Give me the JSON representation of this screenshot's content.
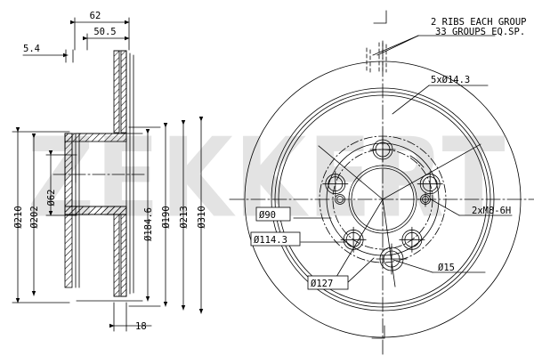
{
  "drawing": {
    "title": "Brake disc technical drawing",
    "watermark": "ZEKKERT",
    "line_color": "#000000",
    "watermark_color": "#e3e3e3",
    "background_color": "#ffffff"
  },
  "section_view": {
    "name": "cross-section-view",
    "linear_dimensions": [
      {
        "id": "dim-62",
        "label": "62",
        "value": 62,
        "orientation": "horizontal",
        "position": "top"
      },
      {
        "id": "dim-50-5",
        "label": "50.5",
        "value": 50.5,
        "orientation": "horizontal",
        "position": "top"
      },
      {
        "id": "dim-5-4",
        "label": "5.4",
        "value": 5.4,
        "orientation": "horizontal",
        "position": "left"
      },
      {
        "id": "dim-18",
        "label": "18",
        "value": 18,
        "orientation": "horizontal",
        "position": "bottom"
      }
    ],
    "diameter_dimensions": [
      {
        "id": "dim-d210",
        "label": "Ø210",
        "value": 210,
        "orientation": "vertical"
      },
      {
        "id": "dim-d202",
        "label": "Ø202",
        "value": 202,
        "orientation": "vertical"
      },
      {
        "id": "dim-d62",
        "label": "Ø62",
        "value": 62,
        "orientation": "vertical"
      },
      {
        "id": "dim-d184-6",
        "label": "Ø184.6",
        "value": 184.6,
        "orientation": "vertical"
      },
      {
        "id": "dim-d190",
        "label": "Ø190",
        "value": 190,
        "orientation": "vertical"
      },
      {
        "id": "dim-d213",
        "label": "Ø213",
        "value": 213,
        "orientation": "vertical"
      },
      {
        "id": "dim-d310",
        "label": "Ø310",
        "value": 310,
        "orientation": "vertical"
      }
    ]
  },
  "face_view": {
    "name": "face-view",
    "notes": [
      {
        "id": "note-ribs-1",
        "label": "2 RIBS EACH GROUP"
      },
      {
        "id": "note-ribs-2",
        "label": "33 GROUPS EQ.SP."
      }
    ],
    "leader_labels": [
      {
        "id": "label-bolt-holes",
        "label": "5xØ14.3",
        "boxed": false
      },
      {
        "id": "label-thread",
        "label": "2xM8-6H",
        "boxed": false
      },
      {
        "id": "label-small-holes",
        "label": "Ø15",
        "boxed": false
      }
    ],
    "boxed_labels": [
      {
        "id": "label-center-bore",
        "label": "Ø90",
        "boxed": true
      },
      {
        "id": "label-bolt-circle",
        "label": "Ø114.3",
        "boxed": true
      },
      {
        "id": "label-outer-circle",
        "label": "Ø127",
        "boxed": true
      }
    ]
  }
}
